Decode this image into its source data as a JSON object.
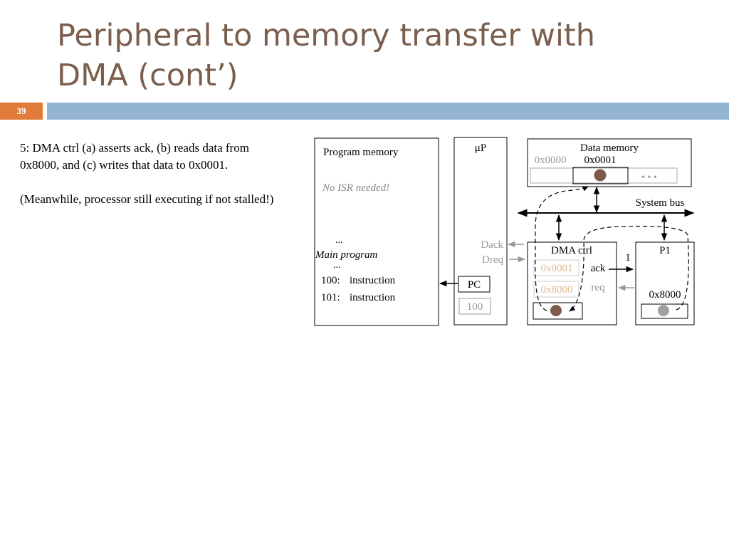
{
  "slide": {
    "title_line1": "Peripheral to memory transfer with",
    "title_line2": "DMA (cont’)",
    "number": "39"
  },
  "text": {
    "step": "5: DMA ctrl (a) asserts ack, (b) reads data from 0x8000, and (c) writes that data to 0x0001.",
    "note": "(Meanwhile, processor still executing if not stalled!)"
  },
  "diagram": {
    "program_memory": {
      "label": "Program memory",
      "isr_note": "No ISR needed!",
      "ellipsis_top": "...",
      "main_program": "Main program",
      "ellipsis_bottom": "...",
      "instructions": [
        {
          "address": "100:",
          "text": "instruction"
        },
        {
          "address": "101:",
          "text": "instruction"
        }
      ]
    },
    "processor": {
      "label": "μP",
      "pc_label": "PC",
      "pc_value": "100",
      "dack_label": "Dack",
      "dreq_label": "Dreq"
    },
    "data_memory": {
      "label": "Data memory",
      "addr0": "0x0000",
      "addr1": "0x0001",
      "ellipsis": "• • •"
    },
    "system_bus": {
      "label": "System bus"
    },
    "dma_ctrl": {
      "label": "DMA ctrl",
      "reg1": "0x0001",
      "reg2": "0x8000",
      "ack_label": "ack",
      "req_label": "req",
      "ack_value": "1"
    },
    "p1": {
      "label": "P1",
      "address": "0x8000"
    },
    "colors": {
      "title": "#7a5e4e",
      "slide_number_bg": "#e07b3a",
      "header_bar": "#93b4d3",
      "data_dot_moving": "#7d5a4a",
      "data_dot_source": "#a0a0a0",
      "inactive_text": "#999999",
      "inactive_register_text": "#e0b88f"
    }
  }
}
